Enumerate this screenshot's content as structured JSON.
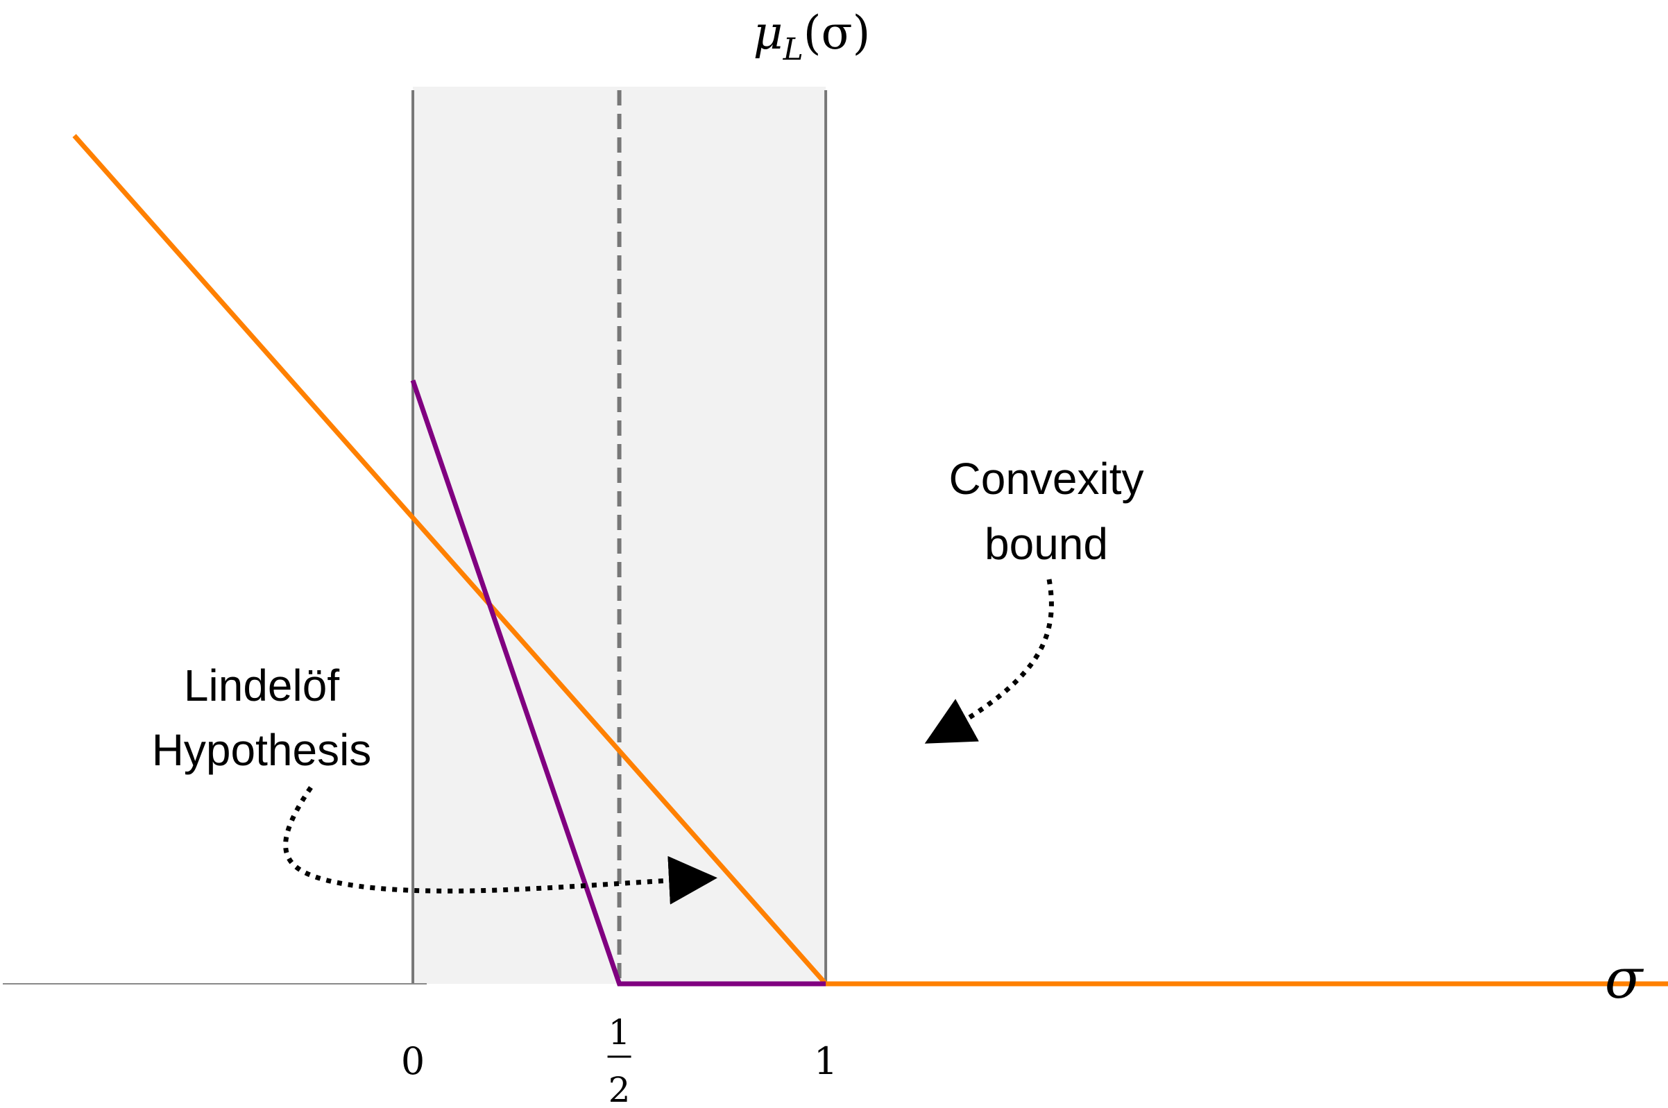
{
  "chart_data": {
    "type": "line",
    "title": "",
    "ylabel": {
      "base": "μ",
      "sub": "L",
      "arg": "(σ)"
    },
    "xlabel": "σ",
    "xlim": [
      -1.0,
      3.04
    ],
    "ylim": [
      0,
      1.1
    ],
    "critical_strip": [
      0,
      1
    ],
    "critical_line": 0.5,
    "x_ticks": [
      {
        "value": 0,
        "label": "0"
      },
      {
        "value": 0.5,
        "label": "1/2",
        "numerator": "1",
        "denominator": "2"
      },
      {
        "value": 1,
        "label": "1"
      }
    ],
    "series": [
      {
        "name": "Convexity bound",
        "color": "#ff8000",
        "points": [
          [
            -0.82,
            1.04
          ],
          [
            1,
            0
          ],
          [
            3.04,
            0
          ]
        ]
      },
      {
        "name": "Lindelöf Hypothesis",
        "color": "#800080",
        "points": [
          [
            0,
            0.74
          ],
          [
            0.5,
            0
          ],
          [
            1,
            0
          ]
        ]
      }
    ],
    "annotations": [
      {
        "label_lines": [
          "Convexity",
          "bound"
        ],
        "target": "Convexity bound"
      },
      {
        "label_lines": [
          "Lindelöf",
          "Hypothesis"
        ],
        "target": "Lindelöf Hypothesis"
      }
    ],
    "colors": {
      "strip_fill": "#f2f2f2",
      "strip_border": "#777777",
      "axis": "#888888",
      "dashed_line": "#777777",
      "arrow": "#000000"
    }
  }
}
